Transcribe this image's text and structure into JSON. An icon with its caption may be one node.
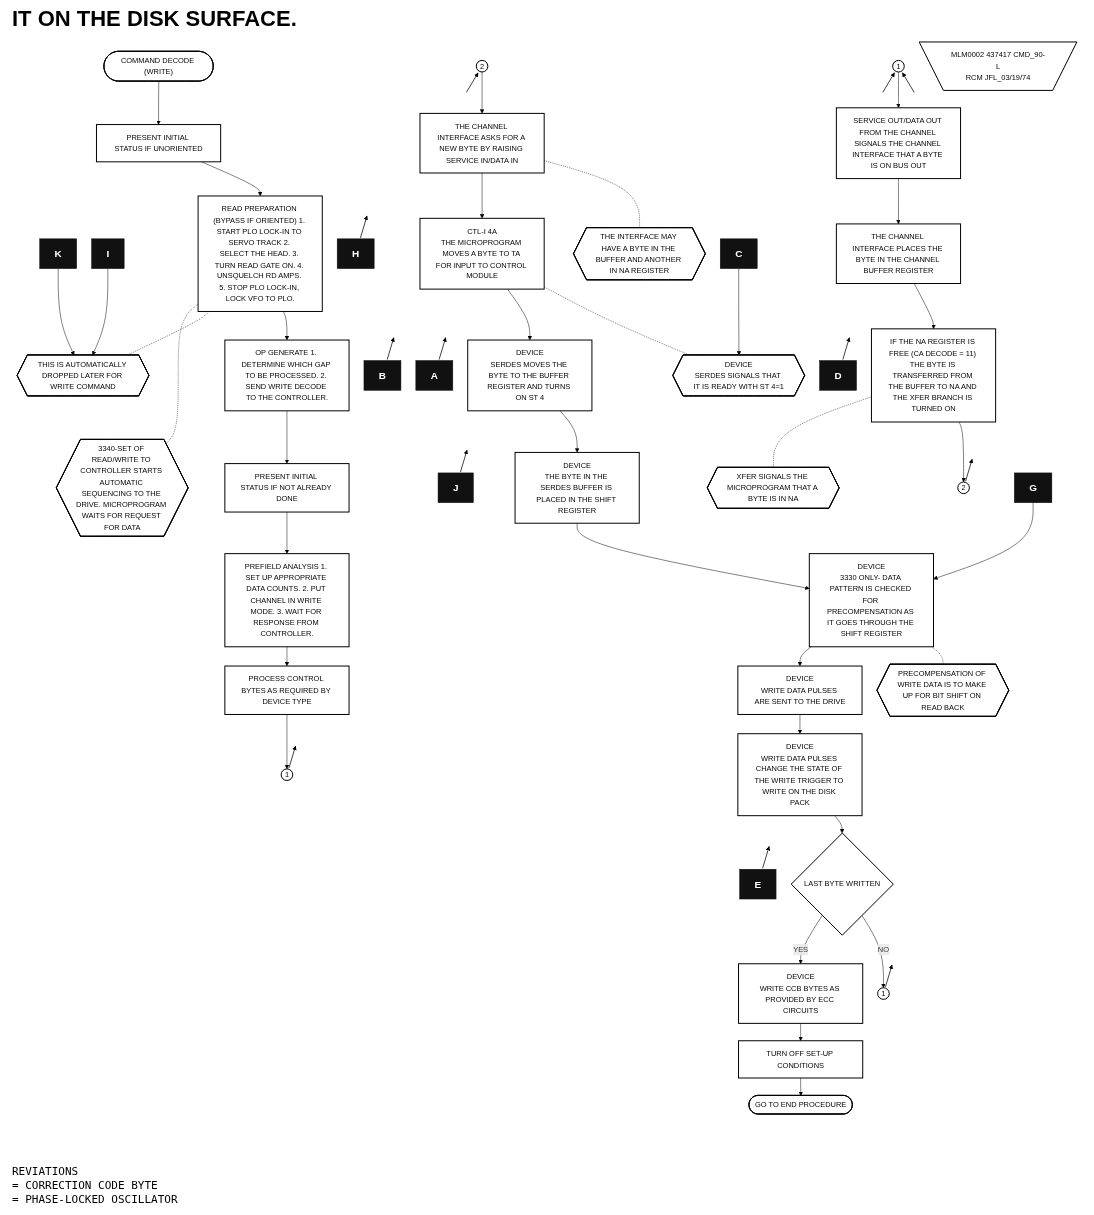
{
  "diagram": {
    "title": "IT ON THE DISK SURFACE.",
    "nodes": [
      {
        "text": [
          "COMMAND DECODE (WRITE)"
        ]
      },
      {
        "text": [
          "PRESENT INITIAL STATUS IF UNORIENTED"
        ]
      },
      {
        "text": [
          "READ PREPARATION (BYPASS IF ORIENTED) 1. START PLO LOCK-IN TO SERVO TRACK 2. SELECT THE HEAD. 3. TURN READ GATE ON. 4. UNSQUELCH RD AMPS. 5. STOP PLO LOCK-IN, LOCK VFO TO PLO."
        ]
      },
      {
        "text": [
          "OP GENERATE 1. DETERMINE WHICH GAP TO BE PROCESSED. 2. SEND WRITE DECODE TO THE CONTROLLER."
        ]
      },
      {
        "text": [
          "PRESENT INITIAL STATUS IF NOT ALREADY DONE"
        ]
      },
      {
        "text": [
          "PREFIELD ANALYSIS 1. SET UP APPROPRIATE DATA COUNTS. 2. PUT CHANNEL IN WRITE MODE. 3. WAIT FOR RESPONSE FROM CONTROLLER."
        ]
      },
      {
        "text": [
          "PROCESS CONTROL BYTES AS REQUIRED BY DEVICE TYPE"
        ]
      },
      {
        "text": [
          "1"
        ]
      },
      {
        "text": [
          "THIS IS AUTOMATICALLY DROPPED LATER FOR WRITE COMMAND"
        ]
      },
      {
        "text": [
          "3340-SET OF READ/WRITE TO CONTROLLER STARTS AUTOMATIC SEQUENCING TO THE DRIVE. MICROPROGRAM WAITS FOR REQUEST FOR DATA"
        ]
      },
      {
        "text": [
          "1"
        ]
      },
      {
        "text": [
          "SERVICE OUT/DATA OUT FROM THE CHANNEL SIGNALS THE CHANNEL INTERFACE THAT A BYTE IS ON BUS OUT"
        ]
      },
      {
        "text": [
          "THE CHANNEL INTERFACE PLACES THE BYTE IN THE CHANNEL BUFFER REGISTER"
        ]
      },
      {
        "text": [
          "IF THE NA REGISTER IS FREE (CA DECODE = 11) THE BYTE IS TRANSFERRED FROM THE BUFFER TO NA AND THE XFER BRANCH IS TURNED ON"
        ]
      },
      {
        "text": [
          "2"
        ]
      },
      {
        "text": [
          "XFER SIGNALS THE MICROPROGRAM THAT A BYTE IS IN NA"
        ]
      },
      {
        "text": [
          "2"
        ]
      },
      {
        "text": [
          "THE CHANNEL INTERFACE ASKS FOR A NEW BYTE BY RAISING SERVICE IN/DATA IN"
        ]
      },
      {
        "text": [
          "THE INTERFACE MAY HAVE A BYTE IN THE BUFFER AND ANOTHER IN NA REGISTER"
        ]
      },
      {
        "text": [
          "CTL-I 4A",
          "THE MICROPROGRAM MOVES A BYTE TO TA FOR INPUT TO CONTROL MODULE"
        ]
      },
      {
        "text": [
          "DEVICE",
          "SERDES SIGNALS THAT IT IS READY WITH ST 4=1"
        ]
      },
      {
        "text": [
          "DEVICE",
          "SERDES MOVES THE BYTE TO THE BUFFER REGISTER AND TURNS ON ST 4"
        ]
      },
      {
        "text": [
          "DEVICE",
          "THE BYTE IN THE SERDES BUFFER IS PLACED IN THE SHIFT REGISTER"
        ]
      },
      {
        "text": [
          "PRECOMPENSATION OF WRITE DATA IS TO MAKE UP FOR BIT SHIFT ON READ BACK"
        ]
      },
      {
        "text": [
          "DEVICE",
          "3330 ONLY- DATA PATTERN IS CHECKED FOR PRECOMPENSATION AS IT GOES THROUGH THE SHIFT REGISTER"
        ]
      },
      {
        "text": [
          "DEVICE",
          "WRITE DATA PULSES ARE SENT TO THE DRIVE"
        ]
      },
      {
        "text": [
          "DEVICE",
          "WRITE DATA PULSES CHANGE THE STATE OF THE WRITE TRIGGER TO WRITE ON THE DISK PACK"
        ]
      },
      {
        "text": [
          "LAST BYTE WRITTEN"
        ]
      },
      {
        "text": [
          "1"
        ]
      },
      {
        "text": [
          "DEVICE",
          "WRITE CCB BYTES AS PROVIDED BY ECC CIRCUITS"
        ]
      },
      {
        "text": [
          "TURN OFF SET-UP CONDITIONS"
        ]
      },
      {
        "text": [
          "GO TO END PROCEDURE"
        ]
      },
      {
        "text": [
          "MLM0002 437417 CMD_90-L",
          "RCM JFL_03/19/74"
        ]
      },
      {
        "text": [
          "I"
        ]
      },
      {
        "text": [
          "K"
        ]
      },
      {
        "text": [
          "C"
        ]
      },
      {
        "text": [
          "H"
        ]
      },
      {
        "text": [
          "A"
        ]
      },
      {
        "text": [
          "B"
        ]
      },
      {
        "text": [
          "J"
        ]
      },
      {
        "text": [
          "G"
        ]
      },
      {
        "text": [
          "D"
        ]
      },
      {
        "text": [
          "E"
        ]
      }
    ],
    "edges": [
      {
        "from": 0,
        "to": 1,
        "arrow": "to"
      },
      {
        "from": 1,
        "to": 2,
        "arrow": "to"
      },
      {
        "from": 2,
        "to": 3,
        "arrow": "to"
      },
      {
        "from": 3,
        "to": 4,
        "arrow": "to"
      },
      {
        "from": 4,
        "to": 5,
        "arrow": "to"
      },
      {
        "from": 5,
        "to": 6,
        "arrow": "to"
      },
      {
        "from": 6,
        "to": 7,
        "arrow": "to"
      },
      {
        "from": 2,
        "to": 8,
        "arrow": "none",
        "style": "dashed"
      },
      {
        "from": 2,
        "to": 9,
        "arrow": "none",
        "style": "dashed"
      },
      {
        "from": 10,
        "to": 11,
        "arrow": "to"
      },
      {
        "from": 11,
        "to": 12,
        "arrow": "to"
      },
      {
        "from": 12,
        "to": 13,
        "arrow": "to"
      },
      {
        "from": 13,
        "to": 14,
        "arrow": "to"
      },
      {
        "from": 13,
        "to": 15,
        "arrow": "none",
        "style": "dashed"
      },
      {
        "from": 16,
        "to": 17,
        "arrow": "to"
      },
      {
        "from": 17,
        "to": 18,
        "arrow": "none",
        "style": "dashed"
      },
      {
        "from": 17,
        "to": 19,
        "arrow": "to"
      },
      {
        "from": 19,
        "to": 20,
        "arrow": "none",
        "style": "dashed"
      },
      {
        "from": 19,
        "to": 21,
        "arrow": "to"
      },
      {
        "from": 21,
        "to": 22,
        "arrow": "to"
      },
      {
        "from": 22,
        "to": 24,
        "arrow": "to"
      },
      {
        "from": 24,
        "to": 23,
        "arrow": "none",
        "style": "dashed"
      },
      {
        "from": 24,
        "to": 25,
        "arrow": "to"
      },
      {
        "from": 25,
        "to": 26,
        "arrow": "to"
      },
      {
        "from": 26,
        "to": 27,
        "arrow": "to"
      },
      {
        "from": 27,
        "to": 28,
        "arrow": "to",
        "label": "NO"
      },
      {
        "from": 27,
        "to": 29,
        "arrow": "to",
        "label": "YES"
      },
      {
        "from": 29,
        "to": 30,
        "arrow": "to"
      },
      {
        "from": 30,
        "to": 31,
        "arrow": "to"
      },
      {
        "from": 33,
        "to": 8,
        "arrow": "to"
      },
      {
        "from": 34,
        "to": 8,
        "arrow": "to"
      },
      {
        "from": 35,
        "to": 20,
        "arrow": "to"
      },
      {
        "from": 36,
        "to": null,
        "arrow": "to"
      },
      {
        "from": 37,
        "to": null,
        "arrow": "to"
      },
      {
        "from": 38,
        "to": null,
        "arrow": "to"
      },
      {
        "from": 39,
        "to": null,
        "arrow": "to"
      },
      {
        "from": 40,
        "to": 24,
        "arrow": "to"
      },
      {
        "from": 41,
        "to": null,
        "arrow": "to"
      },
      {
        "from": 42,
        "to": null,
        "arrow": "to"
      },
      {
        "from": 7,
        "to": null,
        "arrow": "to"
      },
      {
        "from": null,
        "to": 10,
        "arrow": "to"
      },
      {
        "from": null,
        "to": 10,
        "arrow": "to"
      },
      {
        "from": 14,
        "to": null,
        "arrow": "to"
      },
      {
        "from": null,
        "to": 16,
        "arrow": "to"
      },
      {
        "from": 28,
        "to": null,
        "arrow": "to"
      }
    ],
    "labels": [
      "REVIATIONS",
      "= CORRECTION CODE BYTE",
      "= PHASE-LOCKED OSCILLATOR"
    ]
  }
}
